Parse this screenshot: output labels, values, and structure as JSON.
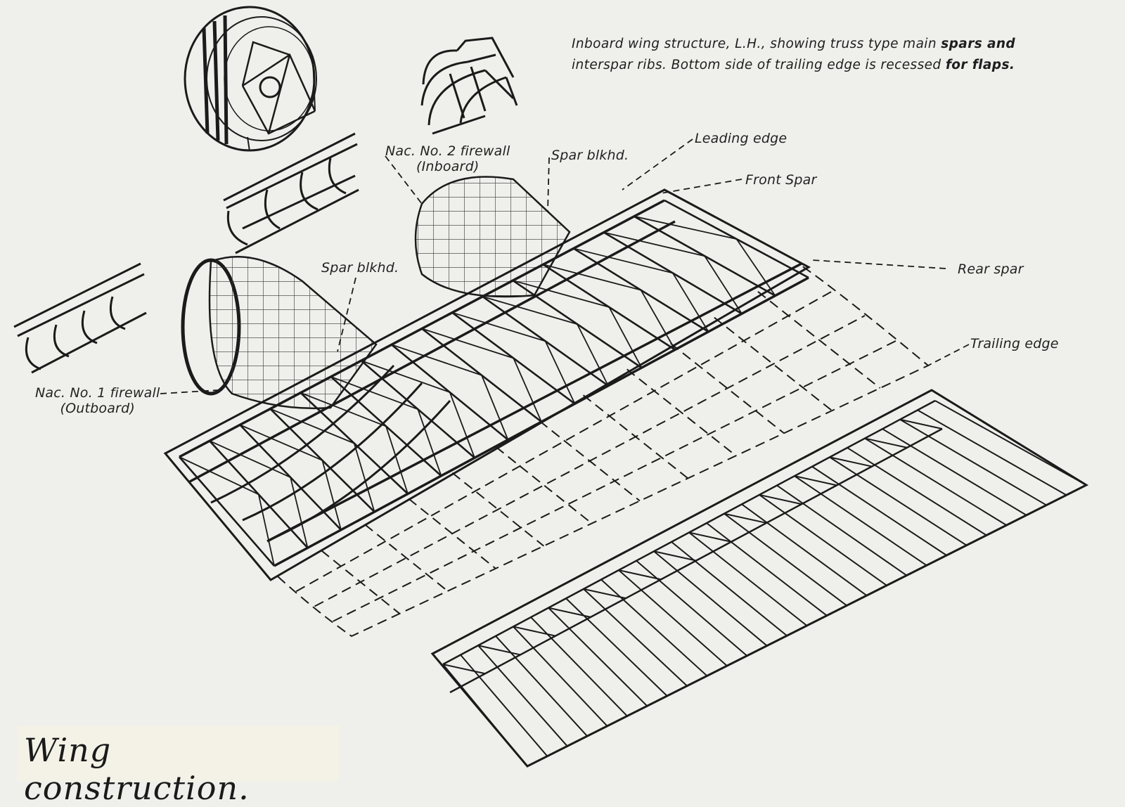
{
  "caption": {
    "line1_a": "Inboard wing structure, L.H., showing truss type main ",
    "line1_b": "spars and",
    "line2_a": "interspar ribs. Bottom side of trailing edge is recessed ",
    "line2_b": "for flaps."
  },
  "labels": {
    "nac2_line1": "Nac. No. 2 firewall",
    "nac2_line2": "(Inboard)",
    "spar_blkhd_top": "Spar blkhd.",
    "leading_edge": "Leading edge",
    "front_spar": "Front Spar",
    "rear_spar": "Rear spar",
    "spar_blkhd_mid": "Spar blkhd.",
    "trailing_edge": "Trailing edge",
    "nac1_line1": "Nac. No. 1 firewall",
    "nac1_line2": "(Outboard)"
  },
  "figure_title": "Wing construction.",
  "colors": {
    "ink": "#1b1b1b",
    "paper": "#efefec",
    "title_bg": "#f4f2e6"
  }
}
